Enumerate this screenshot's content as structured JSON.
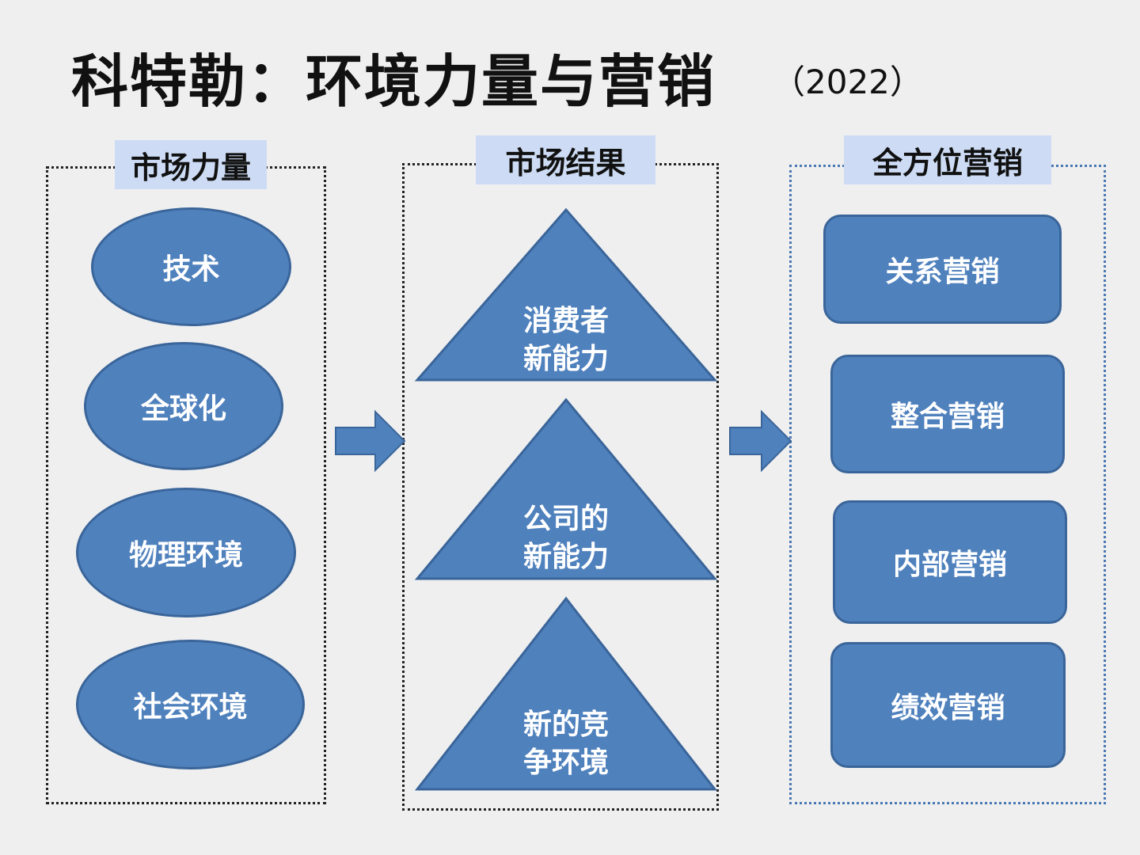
{
  "title": "科特勒：环境力量与营销",
  "year": "（2022）",
  "market_forces": {
    "label": "市场力量",
    "items": [
      "技术",
      "全球化",
      "物理环境",
      "社会环境"
    ]
  },
  "market_results": {
    "label": "市场结果",
    "items": [
      {
        "line1": "消费者",
        "line2": "新能力"
      },
      {
        "line1": "公司的",
        "line2": "新能力"
      },
      {
        "line1": "新的竞",
        "line2": "争环境"
      }
    ]
  },
  "holistic_marketing": {
    "label": "全方位营销",
    "items": [
      "关系营销",
      "整合营销",
      "内部营销",
      "绩效营销"
    ]
  },
  "colors": {
    "shape_fill": "#4f81bd",
    "shape_border": "#3a659a",
    "label_bg": "#cddcf4",
    "background": "#efefef"
  }
}
